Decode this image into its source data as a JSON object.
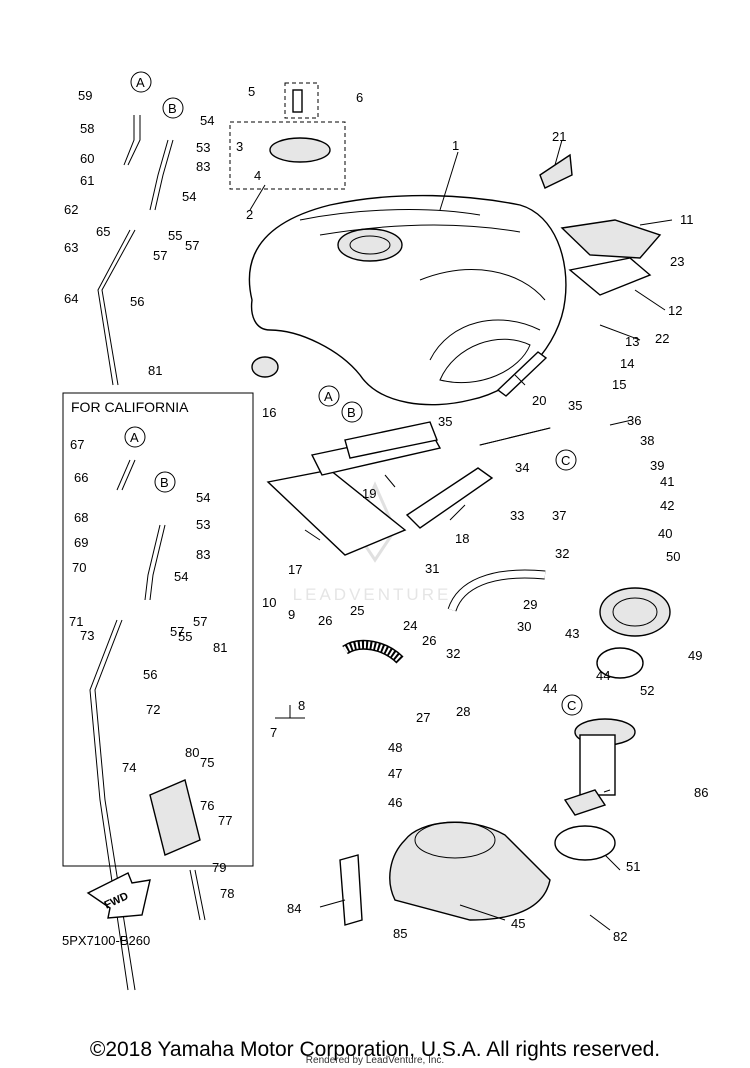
{
  "diagram": {
    "part_code": "5PX7100-B260",
    "box_title": "FOR CALIFORNIA",
    "fwd_label": "FWD",
    "watermark": "LEADVENTURE",
    "callouts": {
      "A1": "A",
      "B1": "B",
      "A2": "A",
      "B2": "B",
      "A3": "A",
      "B3": "B",
      "C1": "C",
      "C2": "C"
    },
    "labels": [
      "1",
      "2",
      "3",
      "4",
      "5",
      "6",
      "7",
      "8",
      "9",
      "10",
      "11",
      "12",
      "13",
      "14",
      "15",
      "16",
      "17",
      "18",
      "19",
      "20",
      "21",
      "22",
      "23",
      "24",
      "25",
      "26",
      "26",
      "27",
      "28",
      "29",
      "30",
      "31",
      "32",
      "32",
      "33",
      "34",
      "35",
      "35",
      "36",
      "37",
      "38",
      "39",
      "40",
      "41",
      "42",
      "43",
      "44",
      "44",
      "45",
      "46",
      "47",
      "48",
      "49",
      "50",
      "51",
      "52",
      "53",
      "53",
      "54",
      "54",
      "54",
      "54",
      "55",
      "55",
      "56",
      "56",
      "57",
      "57",
      "57",
      "57",
      "58",
      "59",
      "60",
      "61",
      "62",
      "63",
      "64",
      "65",
      "66",
      "67",
      "68",
      "69",
      "70",
      "71",
      "72",
      "73",
      "74",
      "75",
      "76",
      "77",
      "78",
      "79",
      "80",
      "81",
      "81",
      "82",
      "83",
      "83",
      "84",
      "85",
      "86"
    ]
  },
  "footer": {
    "copyright": "©2018 Yamaha Motor Corporation, U.S.A. All rights reserved.",
    "rendered_by": "Rendered by LeadVenture, Inc."
  }
}
